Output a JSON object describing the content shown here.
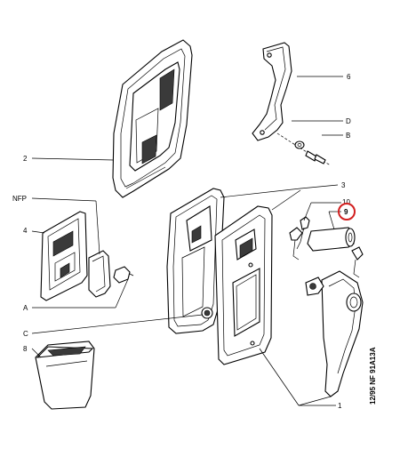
{
  "callouts": {
    "c1": "1",
    "c2": "2",
    "c3": "3",
    "c4": "4",
    "c6": "6",
    "c8": "8",
    "c9": "9",
    "c10": "10",
    "cA": "A",
    "cB": "B",
    "cC": "C",
    "cD": "D",
    "nfp": "NFP"
  },
  "reference_code": "12/95  NF  91A13A",
  "highlight_color": "#d21f1f",
  "highlighted_callout": "9"
}
